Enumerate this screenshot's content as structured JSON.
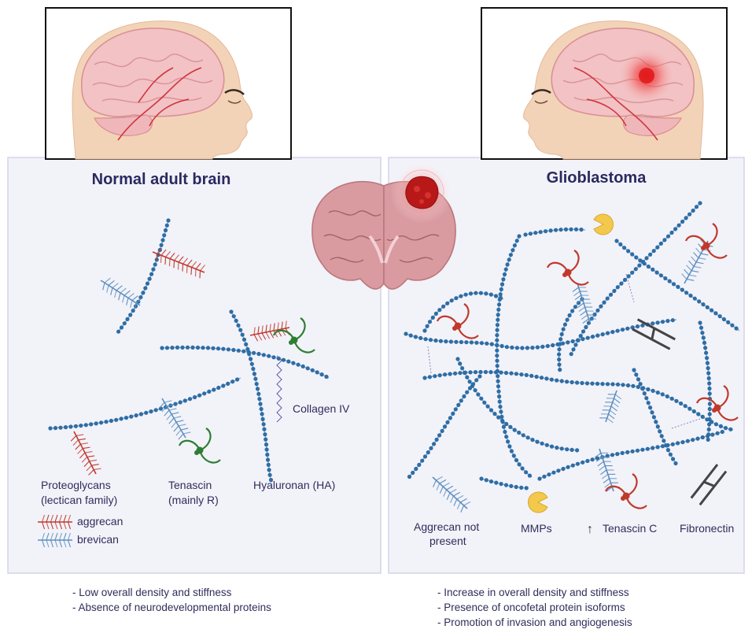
{
  "left_panel": {
    "title": "Normal adult brain",
    "labels": {
      "collagen": "Collagen IV",
      "proteoglycans_1": "Proteoglycans",
      "proteoglycans_2": "(lectican family)",
      "tenascin_1": "Tenascin",
      "tenascin_2": "(mainly R)",
      "hyaluronan": "Hyaluronan (HA)",
      "aggrecan": "aggrecan",
      "brevican": "brevican"
    },
    "bullets": [
      "- Low overall density and stiffness",
      "- Absence of neurodevelopmental proteins"
    ]
  },
  "right_panel": {
    "title": "Glioblastoma",
    "labels": {
      "aggrecan_1": "Aggrecan not",
      "aggrecan_2": "present",
      "mmps": "MMPs",
      "tenascin_c": "Tenascin C",
      "tenascin_arrow": "↑",
      "fibronectin": "Fibronectin"
    },
    "bullets": [
      "- Increase in overall density and stiffness",
      "- Presence of oncofetal protein isoforms",
      "- Promotion of invasion and angiogenesis"
    ]
  },
  "colors": {
    "hyaluronan": "#2e6da4",
    "aggrecan": "#c0392b",
    "brevican": "#5b8fbf",
    "tenascin_normal": "#2e7d32",
    "tenascin_tumor": "#c0392b",
    "mmp": "#f2c94c",
    "fibronectin": "#444444",
    "panel_bg": "#f2f2f9",
    "panel_border": "#d6d3ea",
    "tumor": "#d62020"
  }
}
